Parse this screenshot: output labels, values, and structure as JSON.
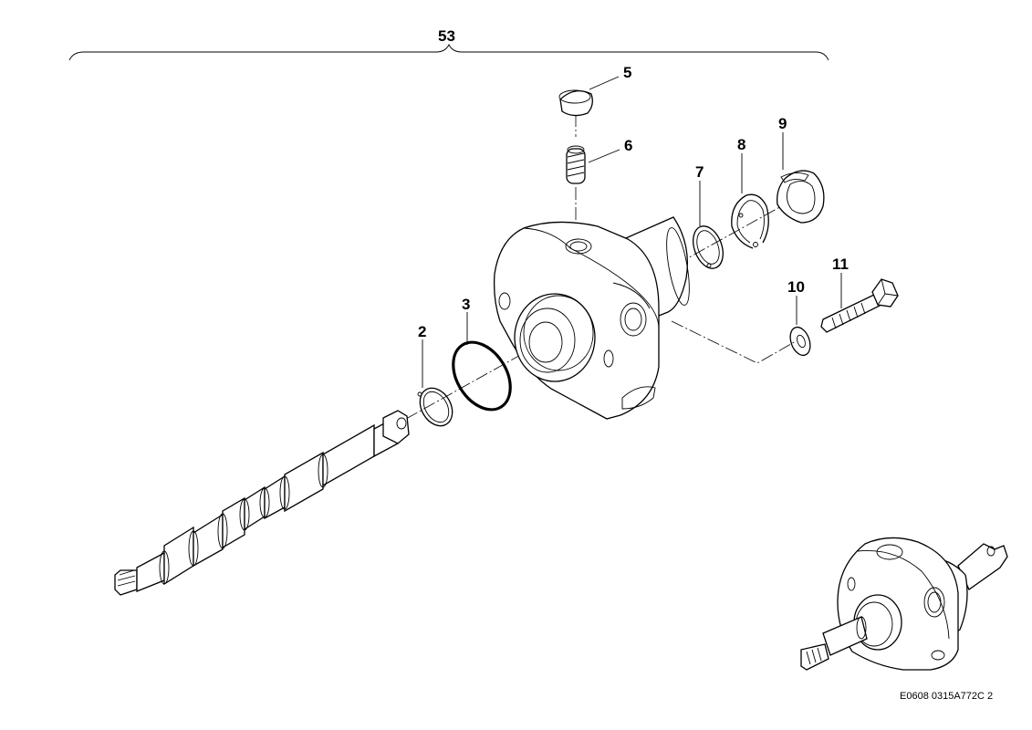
{
  "callouts": {
    "assembly": "53",
    "c2": "2",
    "c3": "3",
    "c5": "5",
    "c6": "6",
    "c7": "7",
    "c8": "8",
    "c9": "9",
    "c10": "10",
    "c11": "11"
  },
  "reference": "E0608 0315A772C 2"
}
